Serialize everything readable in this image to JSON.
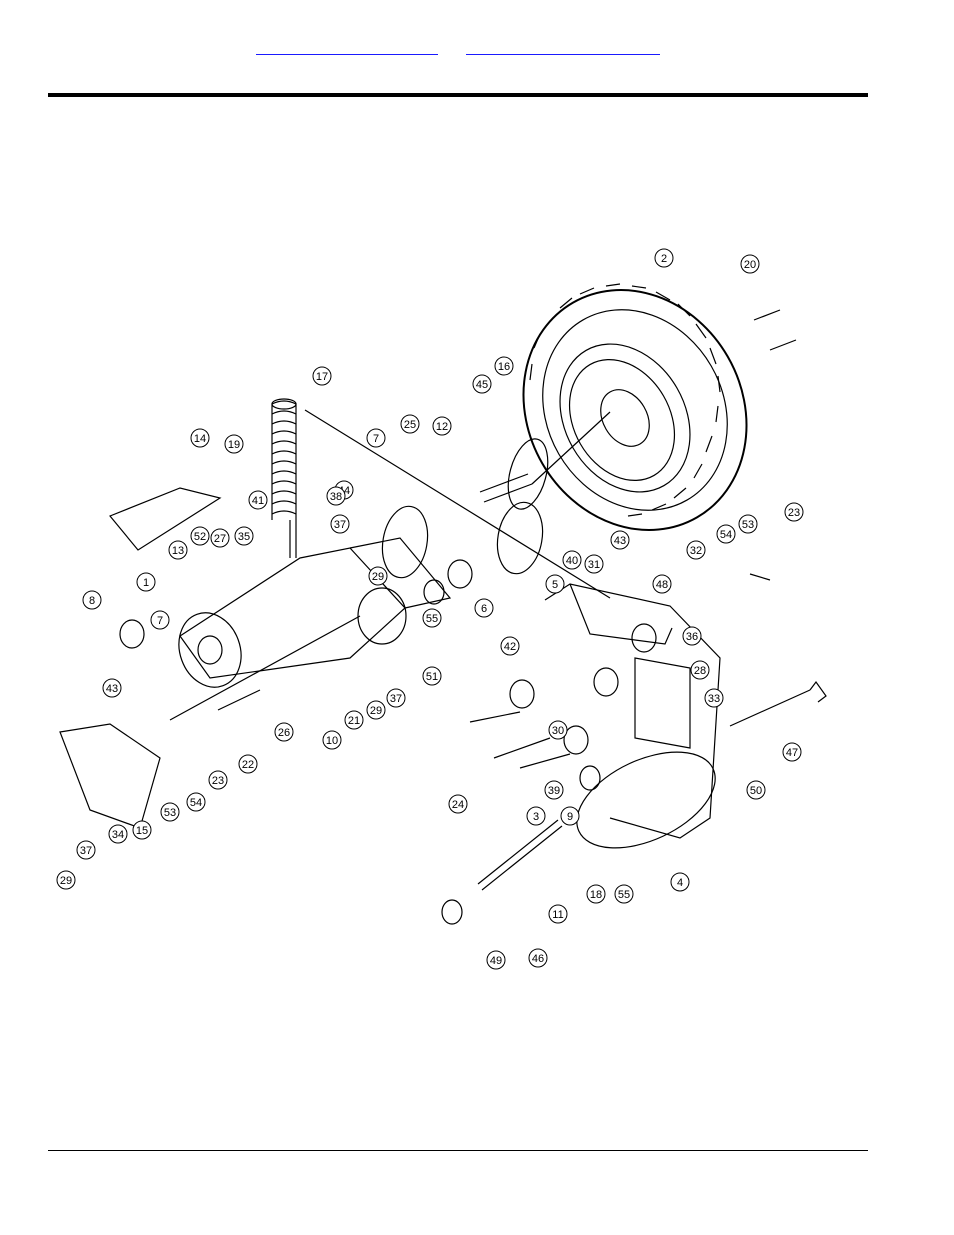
{
  "header": {
    "links": [
      {
        "label": ""
      },
      {
        "label": ""
      }
    ]
  },
  "diagram": {
    "callouts": [
      {
        "id": "c2",
        "label": "2"
      },
      {
        "id": "c20",
        "label": "20"
      },
      {
        "id": "c17",
        "label": "17"
      },
      {
        "id": "c45",
        "label": "45"
      },
      {
        "id": "c16",
        "label": "16"
      },
      {
        "id": "c14",
        "label": "14"
      },
      {
        "id": "c19",
        "label": "19"
      },
      {
        "id": "c7a",
        "label": "7"
      },
      {
        "id": "c25",
        "label": "25"
      },
      {
        "id": "c12",
        "label": "12"
      },
      {
        "id": "c44",
        "label": "44"
      },
      {
        "id": "c41",
        "label": "41"
      },
      {
        "id": "c38",
        "label": "38"
      },
      {
        "id": "c37a",
        "label": "37"
      },
      {
        "id": "c13",
        "label": "13"
      },
      {
        "id": "c52",
        "label": "52"
      },
      {
        "id": "c27",
        "label": "27"
      },
      {
        "id": "c35",
        "label": "35"
      },
      {
        "id": "c29a",
        "label": "29"
      },
      {
        "id": "c1",
        "label": "1"
      },
      {
        "id": "c8",
        "label": "8"
      },
      {
        "id": "c7b",
        "label": "7"
      },
      {
        "id": "c40",
        "label": "40"
      },
      {
        "id": "c31",
        "label": "31"
      },
      {
        "id": "c43a",
        "label": "43"
      },
      {
        "id": "c5",
        "label": "5"
      },
      {
        "id": "c6",
        "label": "6"
      },
      {
        "id": "c55a",
        "label": "55"
      },
      {
        "id": "c48",
        "label": "48"
      },
      {
        "id": "c32",
        "label": "32"
      },
      {
        "id": "c54a",
        "label": "54"
      },
      {
        "id": "c53a",
        "label": "53"
      },
      {
        "id": "c23a",
        "label": "23"
      },
      {
        "id": "c42",
        "label": "42"
      },
      {
        "id": "c36",
        "label": "36"
      },
      {
        "id": "c28",
        "label": "28"
      },
      {
        "id": "c33",
        "label": "33"
      },
      {
        "id": "c43b",
        "label": "43"
      },
      {
        "id": "c26",
        "label": "26"
      },
      {
        "id": "c21",
        "label": "21"
      },
      {
        "id": "c10",
        "label": "10"
      },
      {
        "id": "c29b",
        "label": "29"
      },
      {
        "id": "c37b",
        "label": "37"
      },
      {
        "id": "c51",
        "label": "51"
      },
      {
        "id": "c30",
        "label": "30"
      },
      {
        "id": "c22",
        "label": "22"
      },
      {
        "id": "c23b",
        "label": "23"
      },
      {
        "id": "c54b",
        "label": "54"
      },
      {
        "id": "c53b",
        "label": "53"
      },
      {
        "id": "c15",
        "label": "15"
      },
      {
        "id": "c34",
        "label": "34"
      },
      {
        "id": "c37c",
        "label": "37"
      },
      {
        "id": "c29c",
        "label": "29"
      },
      {
        "id": "c24",
        "label": "24"
      },
      {
        "id": "c39",
        "label": "39"
      },
      {
        "id": "c9",
        "label": "9"
      },
      {
        "id": "c47",
        "label": "47"
      },
      {
        "id": "c50",
        "label": "50"
      },
      {
        "id": "c3",
        "label": "3"
      },
      {
        "id": "c18",
        "label": "18"
      },
      {
        "id": "c55b",
        "label": "55"
      },
      {
        "id": "c4",
        "label": "4"
      },
      {
        "id": "c11",
        "label": "11"
      },
      {
        "id": "c46",
        "label": "46"
      },
      {
        "id": "c49",
        "label": "49"
      }
    ]
  }
}
